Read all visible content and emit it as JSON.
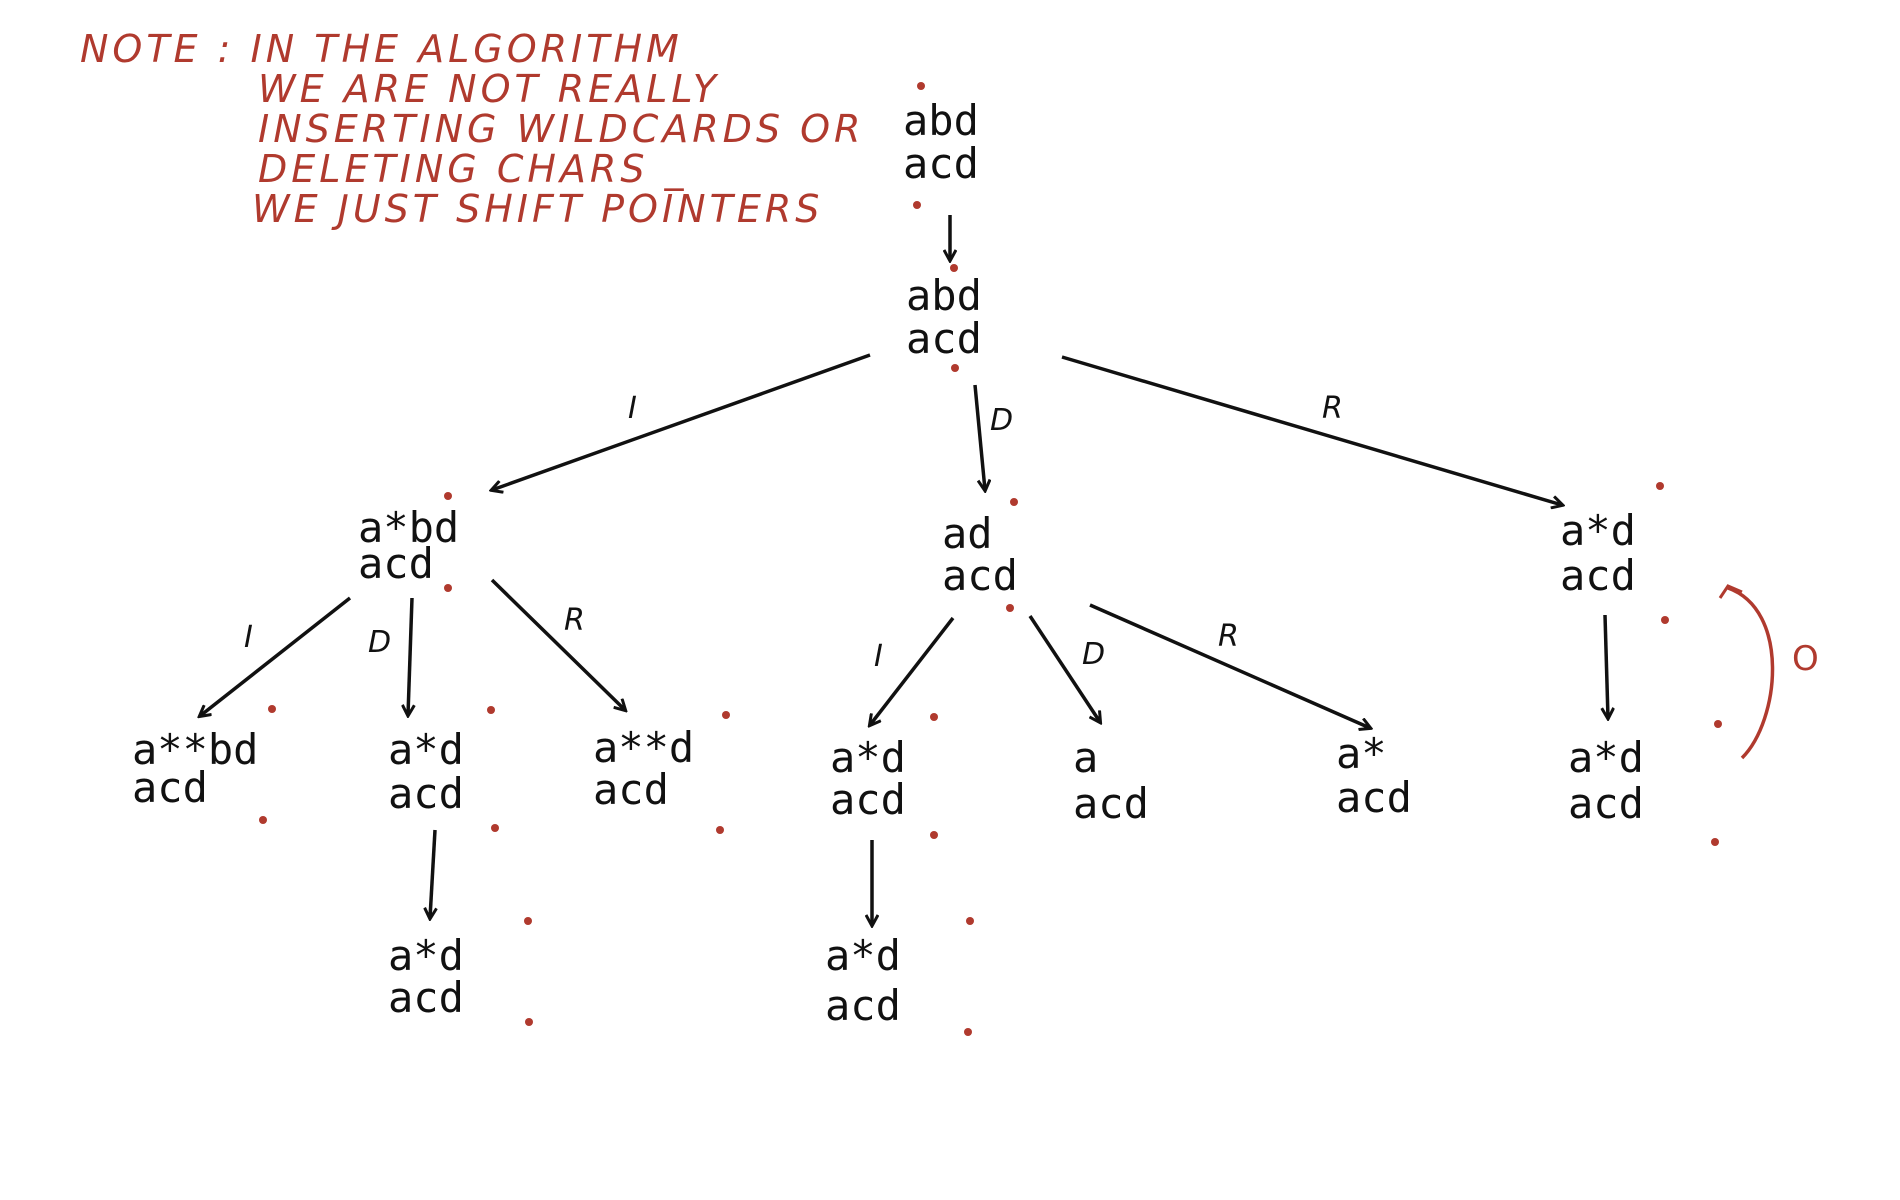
{
  "note": {
    "lines": [
      "NOTE :  IN  THE  ALGORITHM",
      "WE  ARE  NOT  REALLY",
      "INSERTING  WILDCARDS  OR",
      "DELETING  CHARS _",
      "WE  JUST  SHIFT  POINTERS"
    ]
  },
  "nodes": [
    {
      "id": "root",
      "top": "abd",
      "bottom": "acd"
    },
    {
      "id": "n1",
      "top": "abd",
      "bottom": "acd"
    },
    {
      "id": "i",
      "top": "a*bd",
      "bottom": "acd"
    },
    {
      "id": "d",
      "top": "ad",
      "bottom": "acd"
    },
    {
      "id": "r",
      "top": "a*d",
      "bottom": "acd"
    },
    {
      "id": "ii",
      "top": "a**bd",
      "bottom": "acd"
    },
    {
      "id": "id",
      "top": "a*d",
      "bottom": "acd"
    },
    {
      "id": "ir",
      "top": "a**d",
      "bottom": "acd"
    },
    {
      "id": "di",
      "top": "a*d",
      "bottom": "acd"
    },
    {
      "id": "dd",
      "top": "a",
      "bottom": "acd"
    },
    {
      "id": "dr",
      "top": "a*",
      "bottom": "acd"
    },
    {
      "id": "rr",
      "top": "a*d",
      "bottom": "acd"
    },
    {
      "id": "idn",
      "top": "a*d",
      "bottom": "acd"
    },
    {
      "id": "din",
      "top": "a*d",
      "bottom": "acd"
    }
  ],
  "edges": [
    {
      "from": "root",
      "to": "n1",
      "label": ""
    },
    {
      "from": "n1",
      "to": "i",
      "label": "I"
    },
    {
      "from": "n1",
      "to": "d",
      "label": "D"
    },
    {
      "from": "n1",
      "to": "r",
      "label": "R"
    },
    {
      "from": "i",
      "to": "ii",
      "label": "I"
    },
    {
      "from": "i",
      "to": "id",
      "label": "D"
    },
    {
      "from": "i",
      "to": "ir",
      "label": "R"
    },
    {
      "from": "d",
      "to": "di",
      "label": "I"
    },
    {
      "from": "d",
      "to": "dd",
      "label": "D"
    },
    {
      "from": "d",
      "to": "dr",
      "label": "R"
    },
    {
      "from": "r",
      "to": "rr",
      "label": ""
    },
    {
      "from": "id",
      "to": "idn",
      "label": ""
    },
    {
      "from": "di",
      "to": "din",
      "label": ""
    }
  ],
  "loop_label": "O",
  "colors": {
    "ink": "#111111",
    "annotation": "#b03a2e"
  }
}
